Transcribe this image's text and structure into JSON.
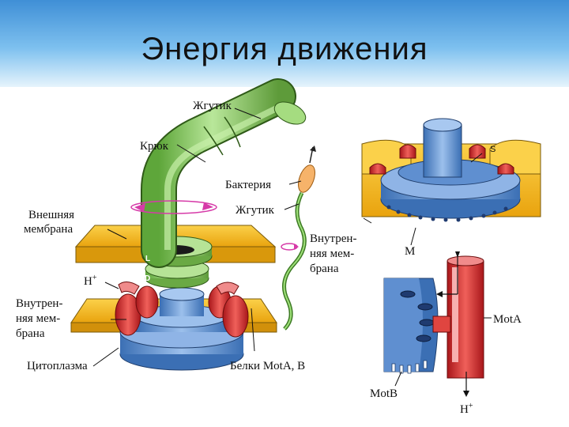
{
  "title": "Энергия движения",
  "labels": {
    "flagellum": "Жгутик",
    "hook": "Крюк",
    "bacterium": "Бактерия",
    "flagellum2": "Жгутик",
    "outer_membrane_1": "Внешняя",
    "outer_membrane_2": "мембрана",
    "l_ring": "L",
    "d_ring": "D",
    "proton": "H",
    "proton_sup": "+",
    "inner_membrane_left_1": "Внутрен-",
    "inner_membrane_left_2": "няя мем-",
    "inner_membrane_left_3": "брана",
    "cytoplasm": "Цитоплазма",
    "proteins": "Белки MotA, B",
    "inner_membrane_right_1": "Внутрен-",
    "inner_membrane_right_2": "няя мем-",
    "inner_membrane_right_3": "брана",
    "s_ring": "S",
    "m_ring": "M",
    "mota": "MotA",
    "motb": "MotB",
    "proton_bottom": "H",
    "proton_bottom_sup": "+"
  },
  "colors": {
    "membrane": "#f5b61c",
    "flagellum": "#8fd06a",
    "rotor": "#5f8fd0",
    "motor_protein": "#e0322f",
    "rotation_arrow": "#d63aa8"
  }
}
